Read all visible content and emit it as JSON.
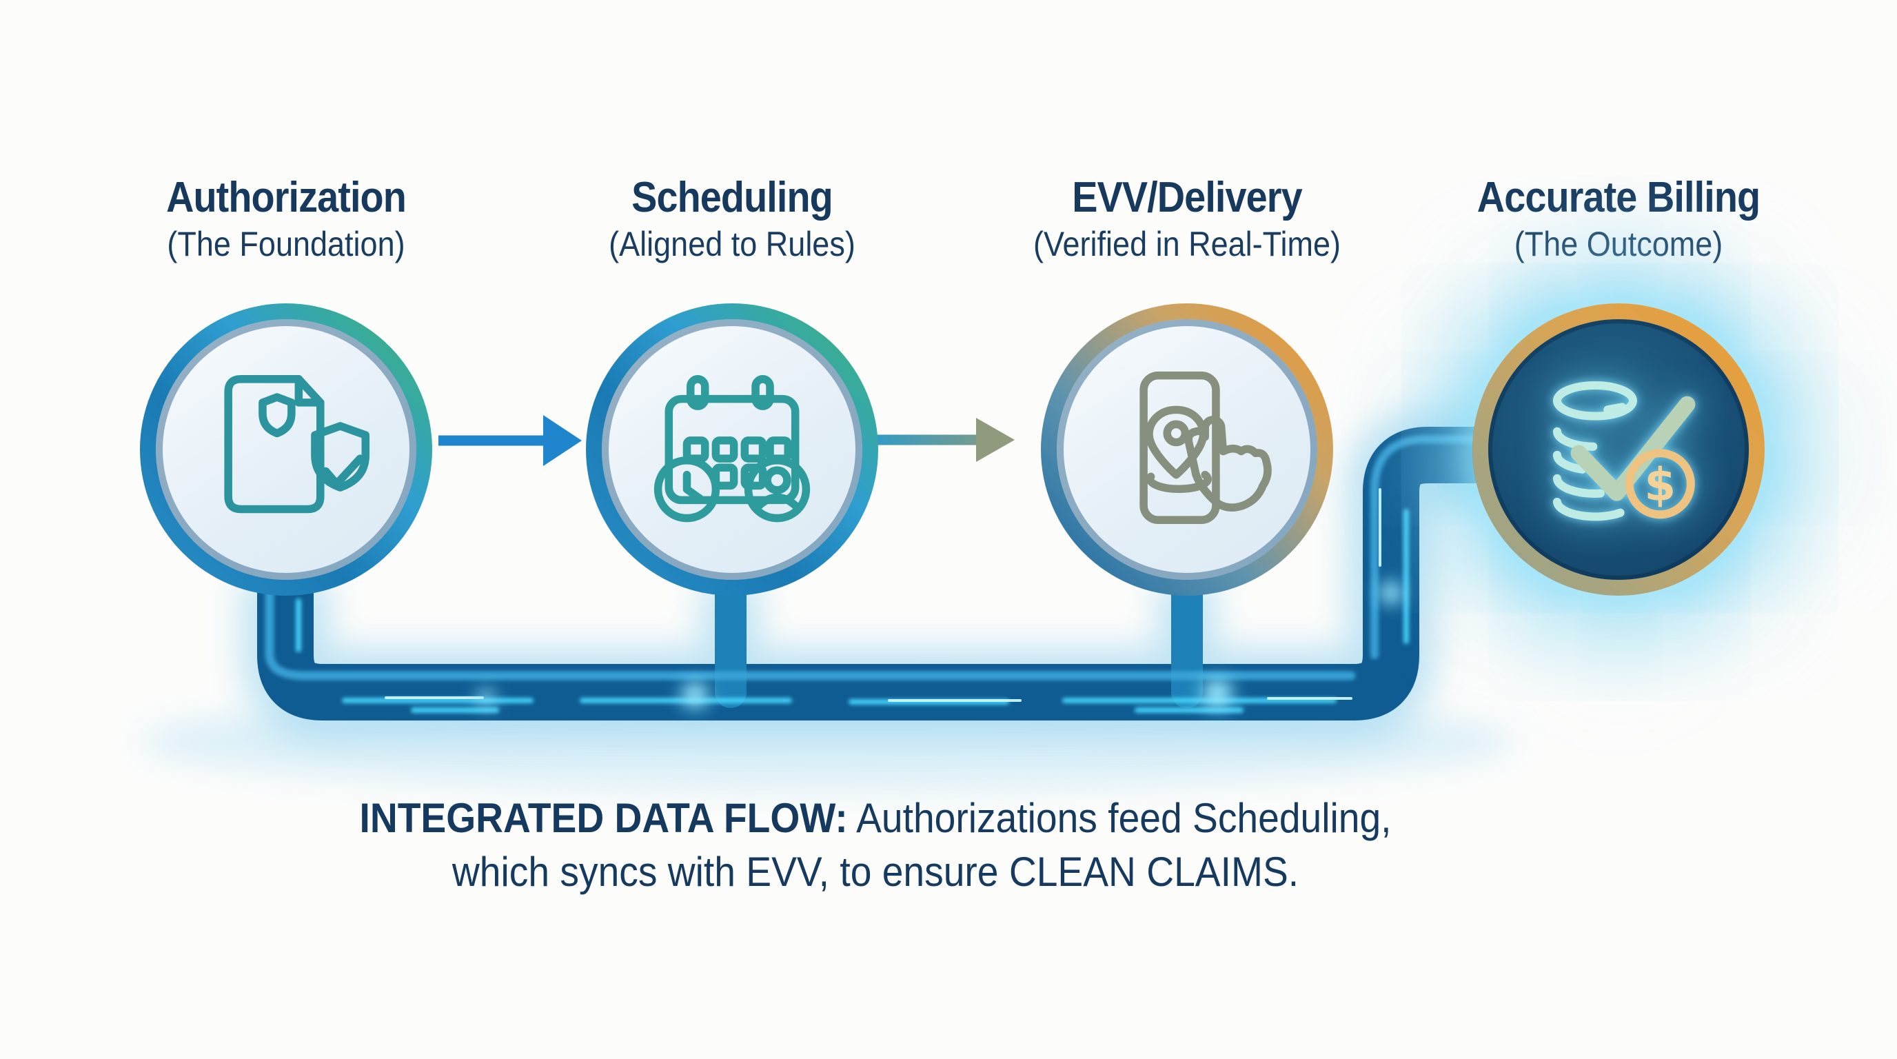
{
  "stages": [
    {
      "id": "authorization",
      "title": "Authorization",
      "subtitle": "(The Foundation)",
      "icon": "document-shield-check-icon"
    },
    {
      "id": "scheduling",
      "title": "Scheduling",
      "subtitle": "(Aligned to Rules)",
      "icon": "calendar-clock-person-icon"
    },
    {
      "id": "evv-delivery",
      "title": "EVV/Delivery",
      "subtitle": "(Verified in Real-Time)",
      "icon": "phone-location-tap-icon"
    },
    {
      "id": "accurate-billing",
      "title": "Accurate Billing",
      "subtitle": "(The Outcome)",
      "icon": "coins-checkmark-dollar-icon"
    }
  ],
  "caption": {
    "lead": "INTEGRATED DATA FLOW:",
    "line1_rest": "Authorizations feed Scheduling,",
    "line2": "which syncs with EVV, to ensure CLEAN CLAIMS."
  },
  "icons": {
    "dollar_glyph": "$"
  },
  "colors": {
    "heading_navy": "#17395e",
    "arrow_blue": "#1f86cd",
    "arrow_olive": "#8f9b7c",
    "pipe_blue": "#0f5c92",
    "pipe_streak_cyan": "#45d2fa",
    "ring_green": "#3eb37a",
    "ring_blue": "#1a7ab4",
    "ring_orange": "#e89a3a",
    "ring_gold": "#d8a556",
    "billing_node_dark": "#113e62",
    "icon_glow_cyan": "#8ee9ff",
    "icon_gold": "#f0c075"
  }
}
